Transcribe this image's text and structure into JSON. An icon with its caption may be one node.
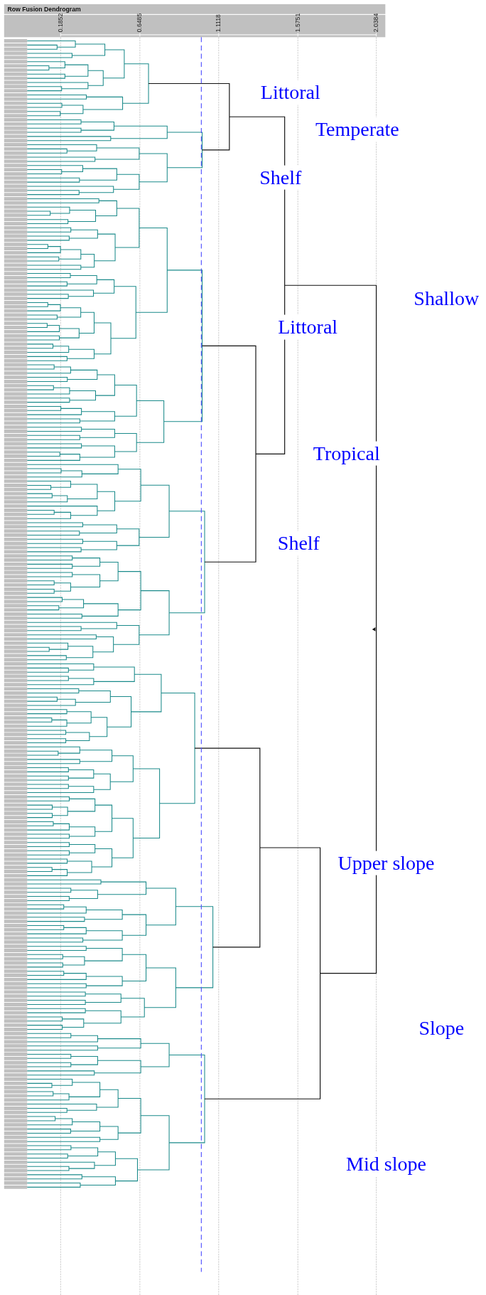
{
  "diagram": {
    "title": "Row Fusion Dendrogram",
    "labels": [
      "0.1852",
      "0.6485",
      "1.1118",
      "1.5751",
      "2.0384",
      "Littoral",
      "Temperate",
      "Shelf",
      "Shallow",
      "Littoral",
      "Tropical",
      "Shelf",
      "Upper slope",
      "Slope",
      "Mid slope"
    ]
  }
}
